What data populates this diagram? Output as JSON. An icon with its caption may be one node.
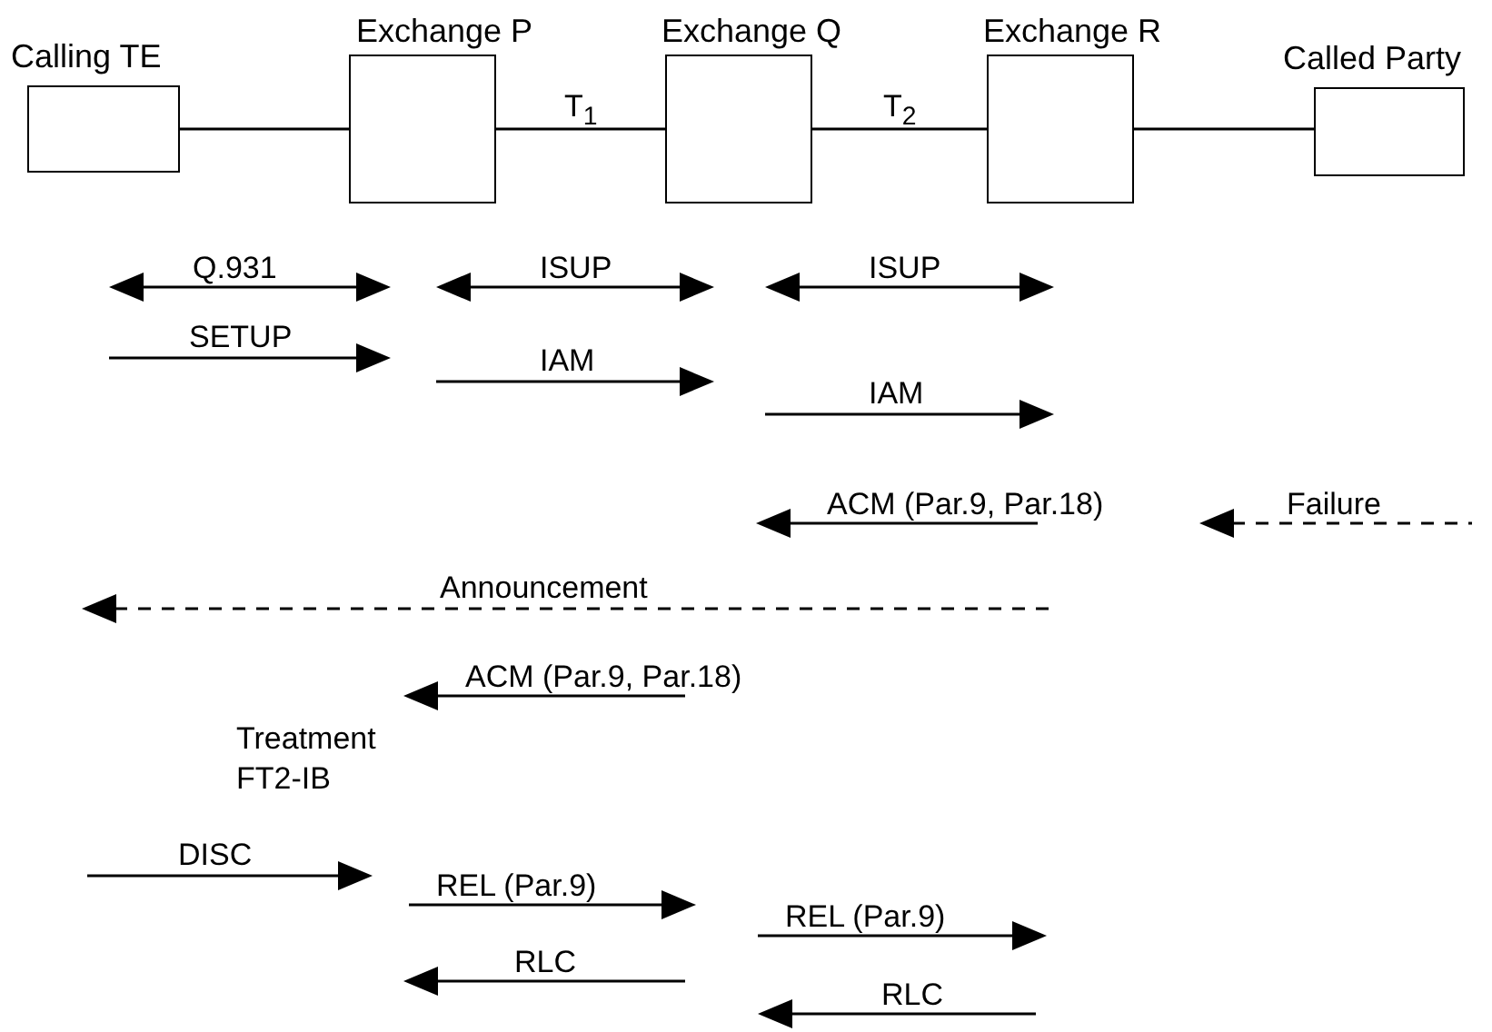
{
  "diagram": {
    "nodes": [
      {
        "text": [
          "Calling TE"
        ]
      },
      {
        "text": [
          "Exchange P"
        ]
      },
      {
        "text": [
          "Exchange Q"
        ]
      },
      {
        "text": [
          "Exchange R"
        ]
      },
      {
        "text": [
          "Called Party"
        ]
      }
    ],
    "edges": [
      {
        "from": 0,
        "to": 1,
        "arrow": "none"
      },
      {
        "from": 1,
        "to": 2,
        "arrow": "none",
        "label": "T$_{1}$"
      },
      {
        "from": 2,
        "to": 3,
        "arrow": "none",
        "label": "T$_{2}$"
      },
      {
        "from": 3,
        "to": 4,
        "arrow": "none"
      }
    ],
    "labels": [
      "Q.931",
      "ISUP",
      "ISUP",
      "SETUP",
      "IAM",
      "IAM",
      "ACM (Par.9, Par.18)",
      "Failure",
      "Announcement",
      "ACM (Par.9, Par.18)",
      "Treatment FT2-IB",
      "DISC",
      "REL (Par.9)",
      "REL (Par.9)",
      "RLC",
      "RLC"
    ]
  }
}
